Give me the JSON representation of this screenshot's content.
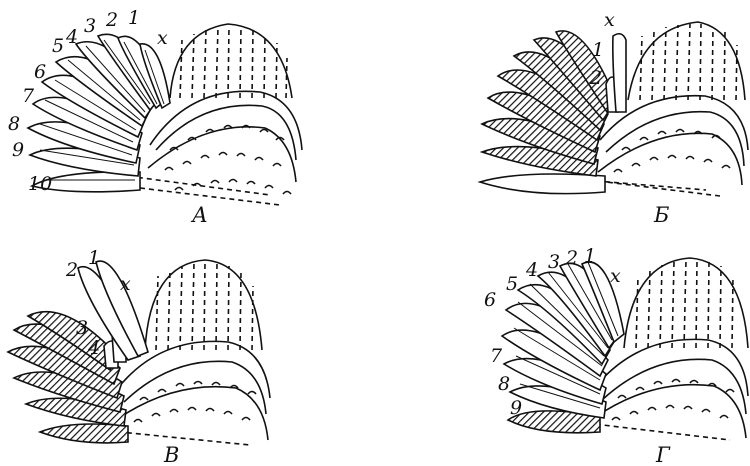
{
  "panels": [
    {
      "id": "A",
      "caption": "А",
      "feather_labels": [
        "1",
        "2",
        "3",
        "4",
        "5",
        "6",
        "7",
        "8",
        "9",
        "10"
      ],
      "axial_label": "х",
      "dark_primaries": 0
    },
    {
      "id": "B",
      "caption": "Б",
      "feather_labels": [
        "1",
        "2"
      ],
      "axial_label": "х",
      "dark_primaries": 8
    },
    {
      "id": "V",
      "caption": "В",
      "feather_labels": [
        "1",
        "2",
        "3",
        "4"
      ],
      "axial_label": "х",
      "dark_primaries": 6
    },
    {
      "id": "G",
      "caption": "Г",
      "feather_labels": [
        "1",
        "2",
        "3",
        "4",
        "5",
        "6",
        "7",
        "8",
        "9"
      ],
      "axial_label": "х",
      "dark_primaries": 1
    }
  ],
  "colors": {
    "ink": "#111111",
    "paper": "#ffffff"
  }
}
